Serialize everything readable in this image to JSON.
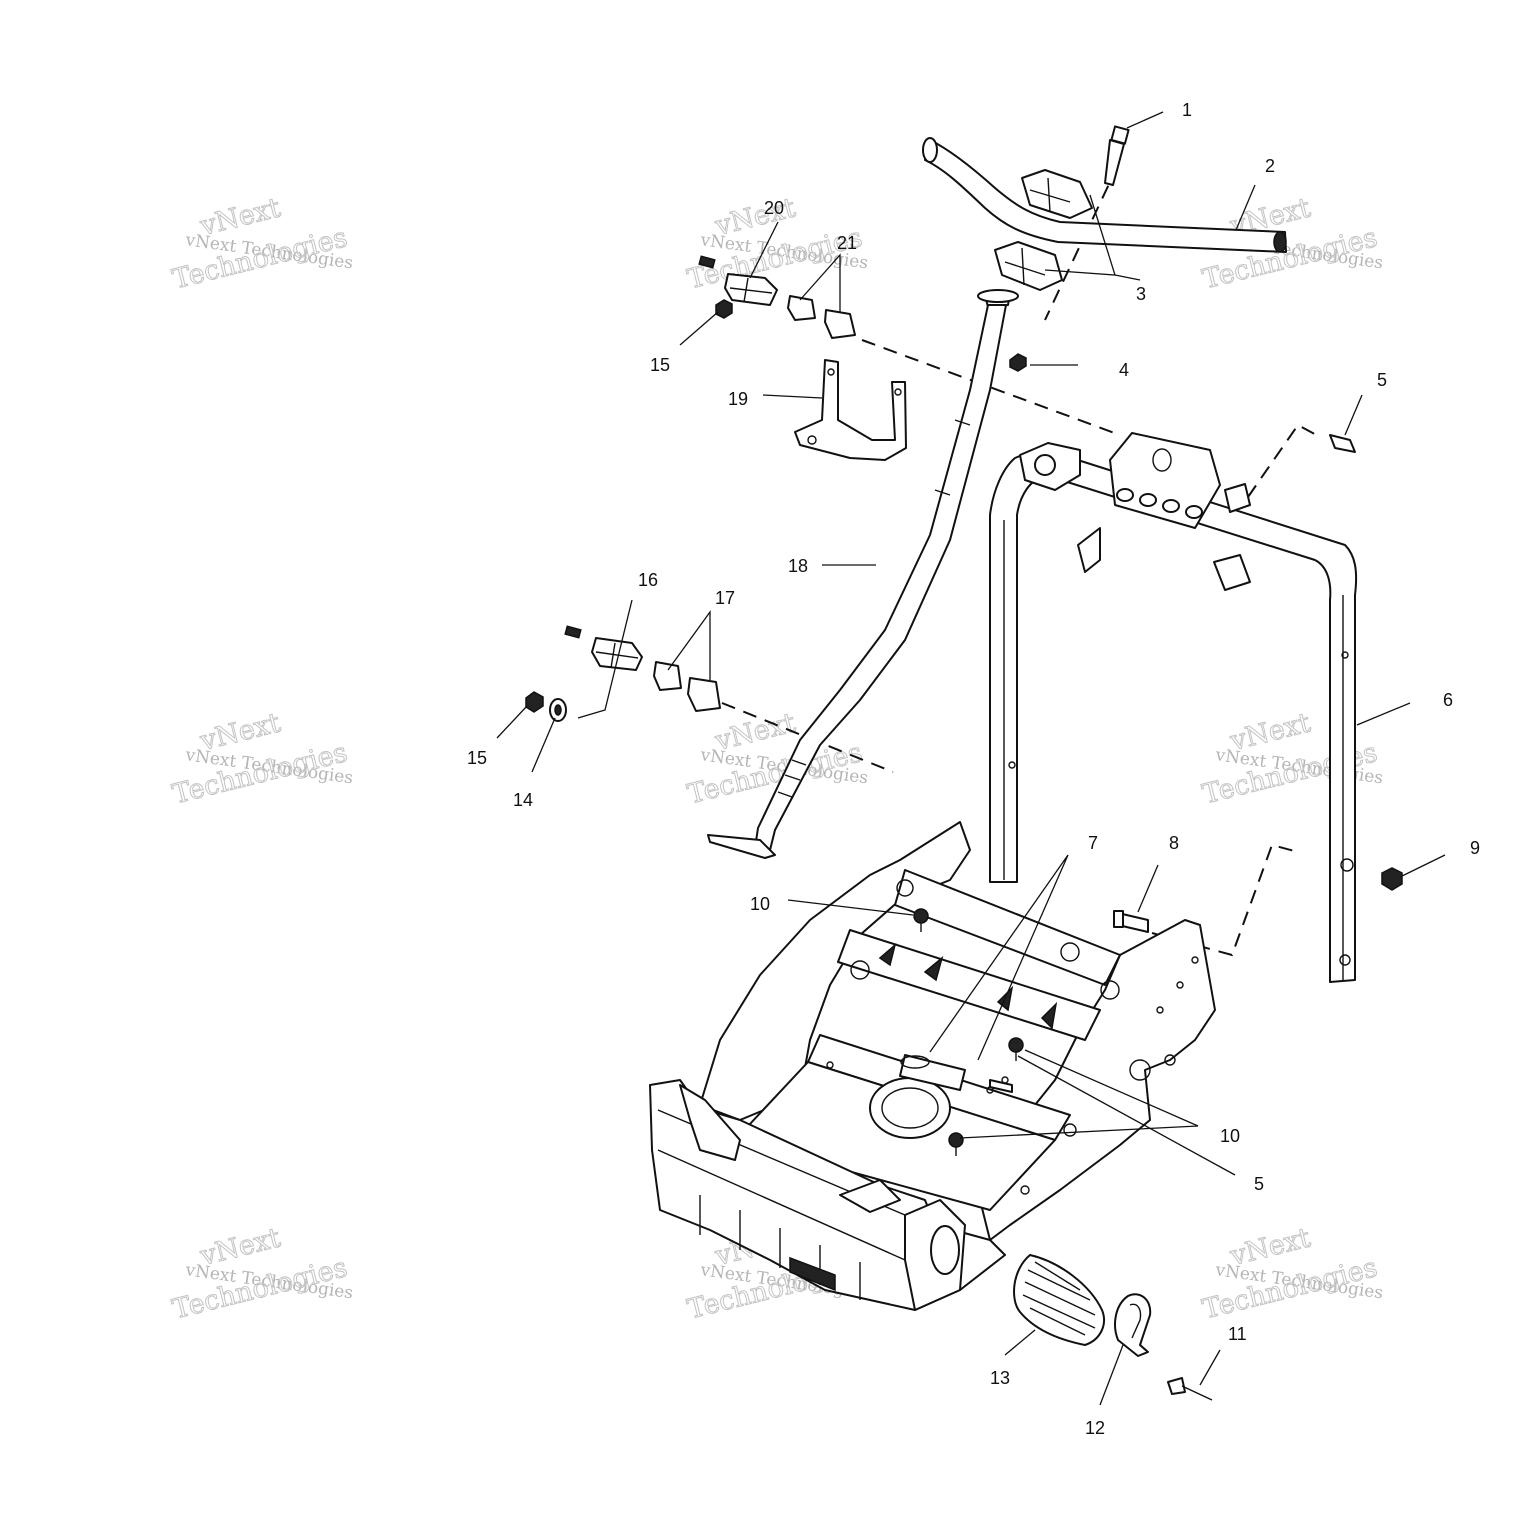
{
  "watermark": {
    "line1": "vNext Technologies",
    "line2": "vNext",
    "line3": "Technologies"
  },
  "callouts": [
    {
      "id": "c1",
      "text": "1"
    },
    {
      "id": "c2",
      "text": "2"
    },
    {
      "id": "c3",
      "text": "3"
    },
    {
      "id": "c4",
      "text": "4"
    },
    {
      "id": "c5a",
      "text": "5"
    },
    {
      "id": "c6",
      "text": "6"
    },
    {
      "id": "c7",
      "text": "7"
    },
    {
      "id": "c8",
      "text": "8"
    },
    {
      "id": "c9",
      "text": "9"
    },
    {
      "id": "c10a",
      "text": "10"
    },
    {
      "id": "c10b",
      "text": "10"
    },
    {
      "id": "c5b",
      "text": "5"
    },
    {
      "id": "c11",
      "text": "11"
    },
    {
      "id": "c12",
      "text": "12"
    },
    {
      "id": "c13",
      "text": "13"
    },
    {
      "id": "c14",
      "text": "14"
    },
    {
      "id": "c15a",
      "text": "15"
    },
    {
      "id": "c15b",
      "text": "15"
    },
    {
      "id": "c16",
      "text": "16"
    },
    {
      "id": "c17",
      "text": "17"
    },
    {
      "id": "c18",
      "text": "18"
    },
    {
      "id": "c19",
      "text": "19"
    },
    {
      "id": "c20",
      "text": "20"
    },
    {
      "id": "c21",
      "text": "21"
    }
  ]
}
